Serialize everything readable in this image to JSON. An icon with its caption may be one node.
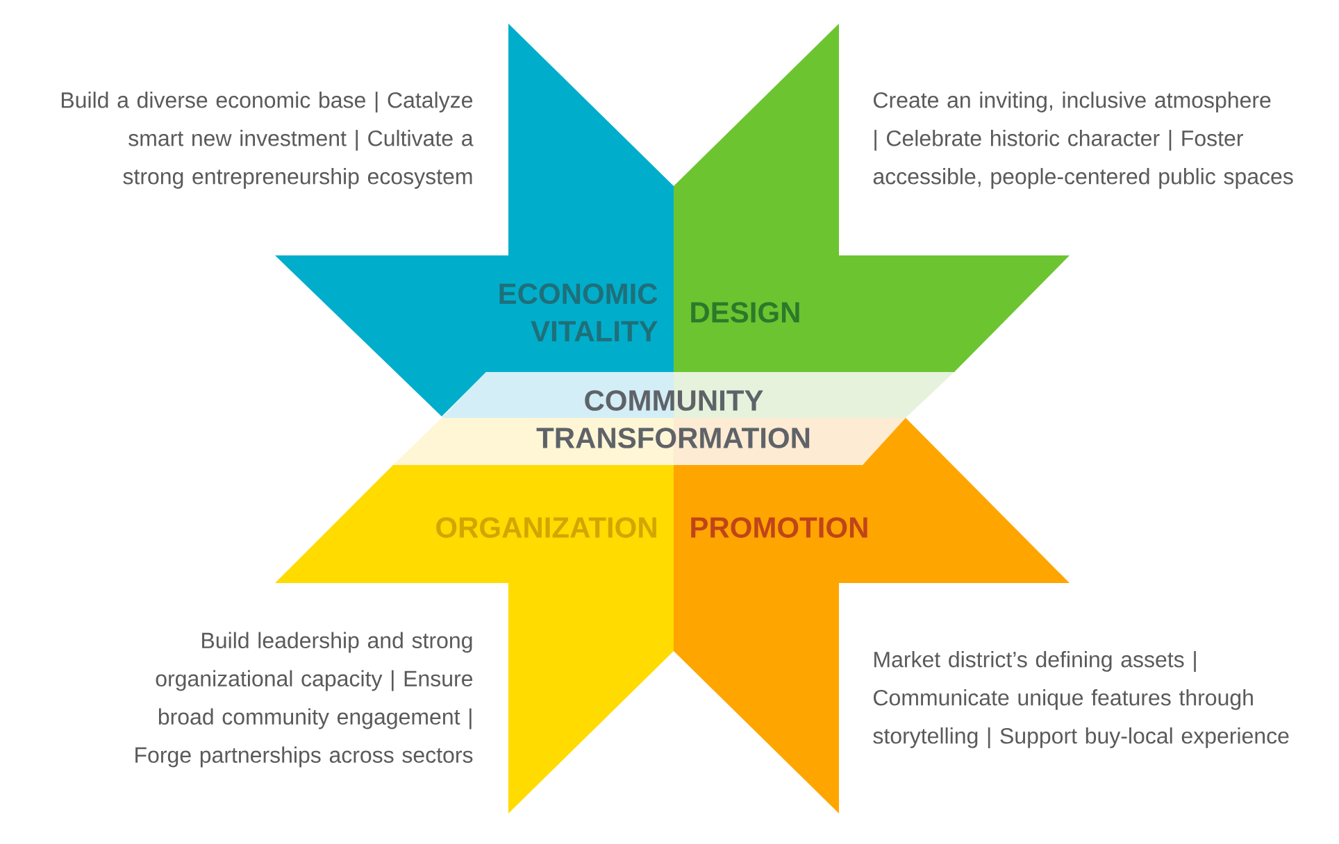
{
  "diagram": {
    "nodes": [
      {
        "text": [
          "ECONOMIC VITALITY"
        ],
        "beside": [
          "Build a diverse economic base | Catalyze smart new investment | Cultivate a strong entrepreneurship ecosystem"
        ]
      },
      {
        "text": [
          "DESIGN"
        ],
        "beside": [
          "Create an inviting, inclusive atmosphere | Celebrate historic character | Foster accessible, people-centered public spaces"
        ]
      },
      {
        "text": [
          "COMMUNITY TRANSFORMATION"
        ]
      },
      {
        "text": [
          "ORGANIZATION"
        ],
        "beside": [
          "Build leadership and strong organizational capacity | Ensure broad community engagement | Forge partnerships across sectors"
        ]
      },
      {
        "text": [
          "PROMOTION"
        ],
        "beside": [
          "Market district’s defining assets | Communicate unique features through storytelling | Support buy-local experience"
        ]
      }
    ]
  }
}
